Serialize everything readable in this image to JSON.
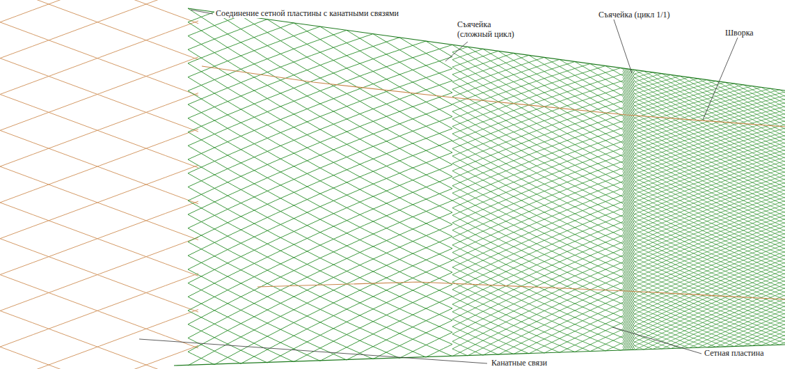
{
  "diagram": {
    "labels": [
      "Соединение сетной пластины с канатными связями",
      "Съячейка (сложный цикл)",
      "Съячейка (цикл 1/1)",
      "Шворка",
      "Сетная пластина",
      "Канатные связи"
    ]
  }
}
